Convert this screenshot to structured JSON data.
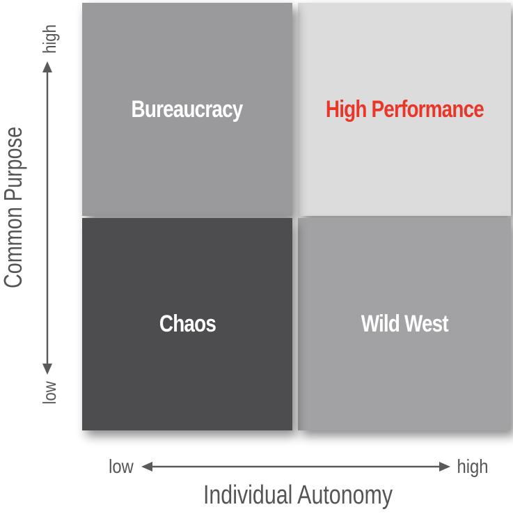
{
  "quadrants": {
    "top_left": {
      "label": "Bureaucracy",
      "bg": "#9a9a9c",
      "text_color": "#ffffff"
    },
    "top_right": {
      "label": "High Performance",
      "bg": "#dcdcdd",
      "text_color": "#e8372a"
    },
    "bottom_left": {
      "label": "Chaos",
      "bg": "#4d4d4f",
      "text_color": "#ffffff"
    },
    "bottom_right": {
      "label": "Wild West",
      "bg": "#a2a2a4",
      "text_color": "#ffffff"
    }
  },
  "y_axis": {
    "title": "Common Purpose",
    "high_label": "high",
    "low_label": "low"
  },
  "x_axis": {
    "title": "Individual Autonomy",
    "low_label": "low",
    "high_label": "high"
  },
  "colors": {
    "axis_text": "#555557",
    "arrow": "#5a5a5c"
  }
}
